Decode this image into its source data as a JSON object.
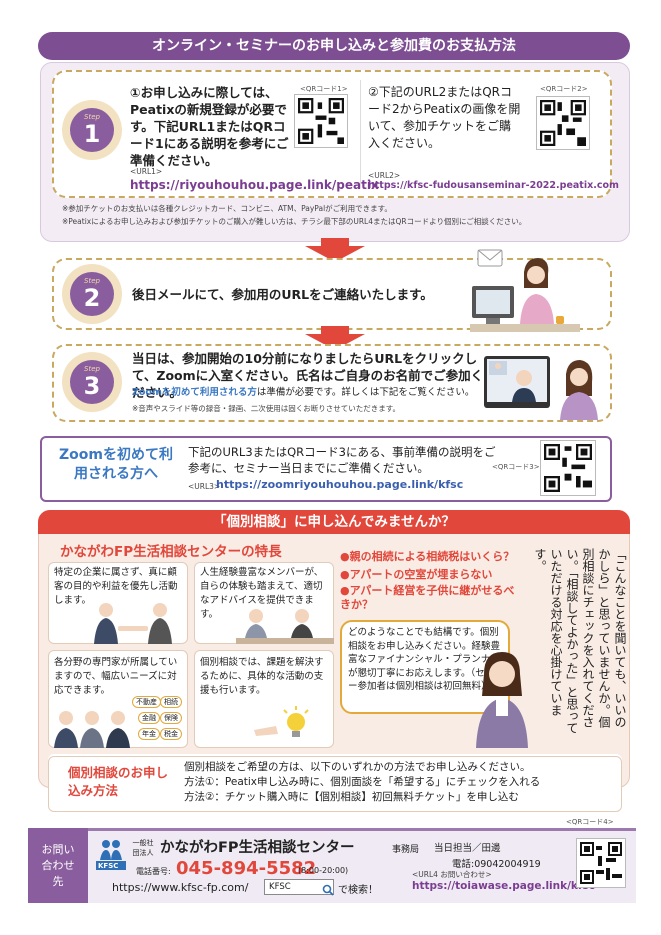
{
  "section1_title": "オンライン・セミナーのお申し込みと参加費のお支払方法",
  "step_word": "Step",
  "step1": {
    "num": "1",
    "left_text": "①お申し込みに際しては、Peatixの新規登録が必要です。下記URL1またはQRコード1にある説明を参考にご準備ください。",
    "qr1_label": "<QRコード1>",
    "url1_label": "<URL1>",
    "url1": "https://riyouhouhou.page.link/peatix",
    "right_text": "②下記のURL2またはQRコード2からPeatixの画像を開いて、参加チケットをご購入ください。",
    "qr2_label": "<QRコード2>",
    "url2_label": "<URL2>",
    "url2": "https://kfsc-fudousanseminar-2022.peatix.com",
    "note1": "※参加チケットのお支払いは各種クレジットカード、コンビニ、ATM、PayPalがご利用できます。",
    "note2": "※Peatixによるお申し込みおよび参加チケットのご購入が難しい方は、チラシ最下部のURL4またはQRコードより個別にご相談ください。"
  },
  "step2": {
    "num": "2",
    "text": "後日メールにて、参加用のURLをご連絡いたします。"
  },
  "step3": {
    "num": "3",
    "text1": "当日は、参加開始の10分前になりましたらURLをクリックして、Zoomに入室ください。氏名はご自身のお名前でご参加ください。",
    "text2_hl": "Zoomを初めて利用される方",
    "text2_rest": "は準備が必要です。詳しくは下記をご覧ください。",
    "note": "※音声やスライド等の録音・録画、二次使用は固くお断りさせていただきます。"
  },
  "zoom": {
    "title": "Zoomを初めて利用される方へ",
    "text": "下記のURL3またはQRコード3にある、事前準備の説明をご参考に、セミナー当日までにご準備ください。",
    "qr3_label": "<QRコード3>",
    "url3_label": "<URL3>",
    "url3": "https://zoomriyouhouhou.page.link/kfsc"
  },
  "section2_title": "「個別相談」に申し込んでみませんか？",
  "features_title": "かながわFP生活相談センターの特長",
  "feat1": "特定の企業に属さず、真に顧客の目的や利益を優先し活動します。",
  "feat2": "人生経験豊富なメンバーが、自らの体験も踏まえて、適切なアドバイスを提供できます。",
  "feat3": "各分野の専門家が所属していますので、幅広いニーズに対応できます。",
  "feat3_tags": [
    "不動産",
    "相続",
    "金融",
    "保険",
    "年金",
    "税金"
  ],
  "feat4": "個別相談では、課題を解決するために、具体的な活動の支援も行います。",
  "questions": [
    "●親の相続による相続税はいくら？",
    "●アパートの空室が埋まらない",
    "●アパート経営を子供に継がせるべきか？"
  ],
  "bubble": "どのようなことでも結構です。個別相談をお申し込みください。経験豊富なファイナンシャル・プランナーが懇切丁寧にお応えします。（セミナー参加者は個別相談は初回無料）",
  "vertical_text": "「こんなことを聞いても、いいのかしら」と思っていませんか。個別相談にチェックを入れてください。「相談してよかった」と思っていただける対応を心掛けています。",
  "apply_title": "個別相談のお申し込み方法",
  "apply_lines": [
    "個別相談をご希望の方は、以下のいずれかの方法でお申し込みください。",
    "方法①：Peatix申し込み時に、個別面談を「希望する」にチェックを入れる",
    "方法②：チケット購入時に【個別相談】初回無料チケット」を申し込む"
  ],
  "footer": {
    "label": "お問い合わせ先",
    "org_type": "一般社団法人",
    "org_logo": "KFSC",
    "org_name": "かながわFP生活相談センター",
    "office": "事務局",
    "phone_label": "電話番号:",
    "phone": "045-894-5582",
    "hours": "(8:00-20:00)",
    "website": "https://www.kfsc-fp.com/",
    "search_value": "KFSC",
    "search_suffix": "で検索！",
    "contact_person": "当日担当／田邊",
    "contact_phone": "電話:09042004919",
    "url4_label": "<URL4 お問い合わせ>",
    "url4": "https://toiawase.page.link/kfsc",
    "qr4_label": "<QRコード4>"
  }
}
